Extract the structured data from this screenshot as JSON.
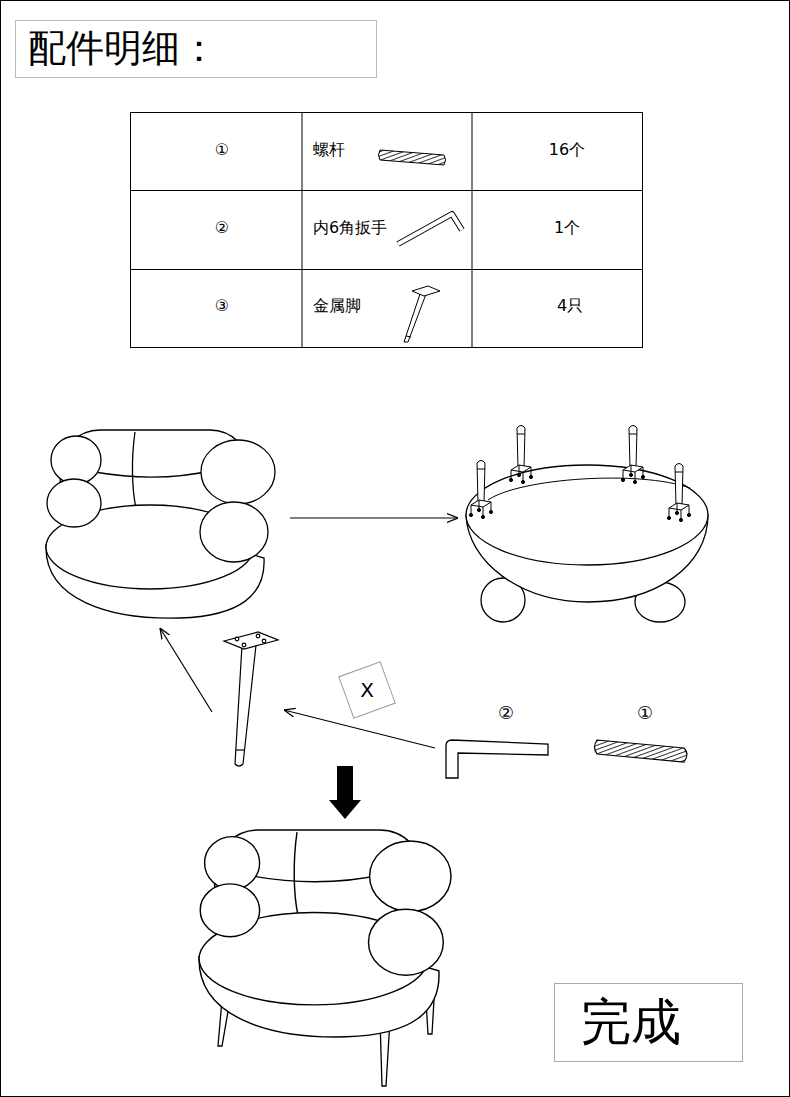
{
  "diagram": {
    "title": "配件明细：",
    "nodes": [
      {
        "text": [
          "完成"
        ]
      }
    ],
    "labels": [
      "①",
      "螺杆",
      "16个",
      "②",
      "内6角扳手",
      "1个",
      "③",
      "金属脚",
      "4只",
      "X",
      "②",
      "①"
    ]
  }
}
